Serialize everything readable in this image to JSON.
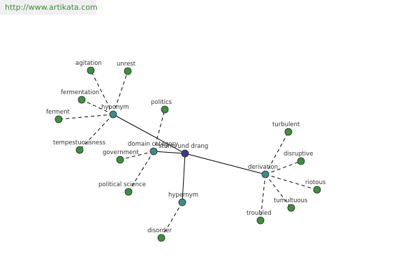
{
  "header": {
    "url": "http://www.artikata.com"
  },
  "colors": {
    "center": "#3a3a8a",
    "relation": "#3f8a8a",
    "term": "#3f8f3f"
  },
  "graph": {
    "center": {
      "id": "center",
      "label": "sturm und drang"
    },
    "relations": [
      {
        "id": "hyponym",
        "label": "hyponym"
      },
      {
        "id": "domain",
        "label": "domain category"
      },
      {
        "id": "hypernym",
        "label": "hypernym"
      },
      {
        "id": "derivation",
        "label": "derivation"
      }
    ],
    "terms": [
      {
        "id": "agitation",
        "label": "agitation",
        "relation": "hyponym"
      },
      {
        "id": "unrest",
        "label": "unrest",
        "relation": "hyponym"
      },
      {
        "id": "fermentation",
        "label": "fermentation",
        "relation": "hyponym"
      },
      {
        "id": "ferment",
        "label": "ferment",
        "relation": "hyponym"
      },
      {
        "id": "tempestuousness",
        "label": "tempestuousness",
        "relation": "hyponym"
      },
      {
        "id": "politics",
        "label": "politics",
        "relation": "domain"
      },
      {
        "id": "government",
        "label": "government",
        "relation": "domain"
      },
      {
        "id": "political-science",
        "label": "political science",
        "relation": "domain"
      },
      {
        "id": "disorder",
        "label": "disorder",
        "relation": "hypernym"
      },
      {
        "id": "turbulent",
        "label": "turbulent",
        "relation": "derivation"
      },
      {
        "id": "disruptive",
        "label": "disruptive",
        "relation": "derivation"
      },
      {
        "id": "riotous",
        "label": "riotous",
        "relation": "derivation"
      },
      {
        "id": "tumultuous",
        "label": "tumultuous",
        "relation": "derivation"
      },
      {
        "id": "troubled",
        "label": "troubled",
        "relation": "derivation"
      }
    ]
  }
}
